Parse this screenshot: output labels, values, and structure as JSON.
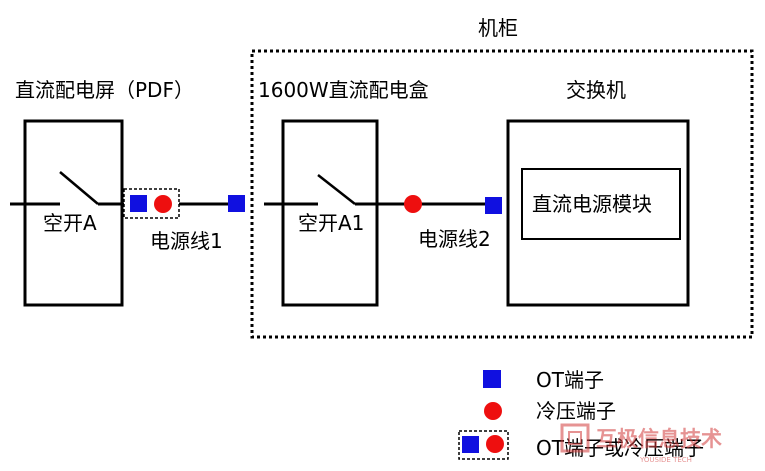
{
  "cabinet": {
    "title": "机柜"
  },
  "pdf": {
    "title": "直流配电屏（PDF）",
    "switch_label": "空开A"
  },
  "dc_box": {
    "title": "1600W直流配电盒",
    "switch_label": "空开A1"
  },
  "switch_device": {
    "title": "交换机",
    "module_label": "直流电源模块"
  },
  "cables": {
    "cable1": "电源线1",
    "cable2": "电源线2"
  },
  "legend": {
    "ot_label": "OT端子",
    "cold_label": "冷压端子",
    "both_label": "OT端子或冷压端子"
  },
  "watermark": {
    "text": "互极信息技术",
    "subtext": "YOUSIDE TECH"
  },
  "colors": {
    "ot_terminal": "#1010e0",
    "cold_terminal": "#ee0f0f",
    "line": "#000000"
  }
}
